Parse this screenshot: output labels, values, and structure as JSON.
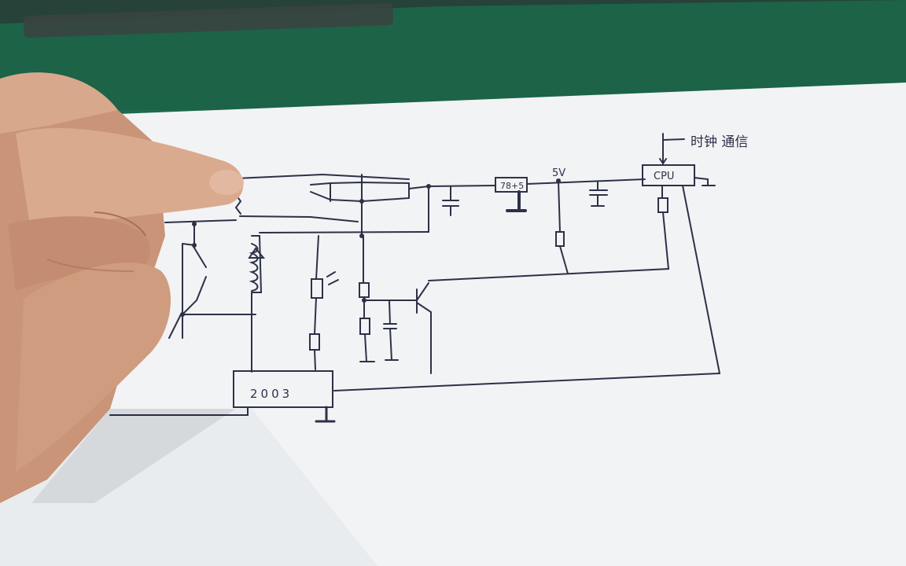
{
  "labels": {
    "regulator": "78+5",
    "voltage": "5V",
    "cpu": "CPU",
    "driver": "2003",
    "clock": "时钟 通信"
  },
  "colors": {
    "table": "#1f6b4f",
    "paper": "#f3f4f6",
    "ink": "#2b2f45",
    "skin": "#d7a689"
  }
}
